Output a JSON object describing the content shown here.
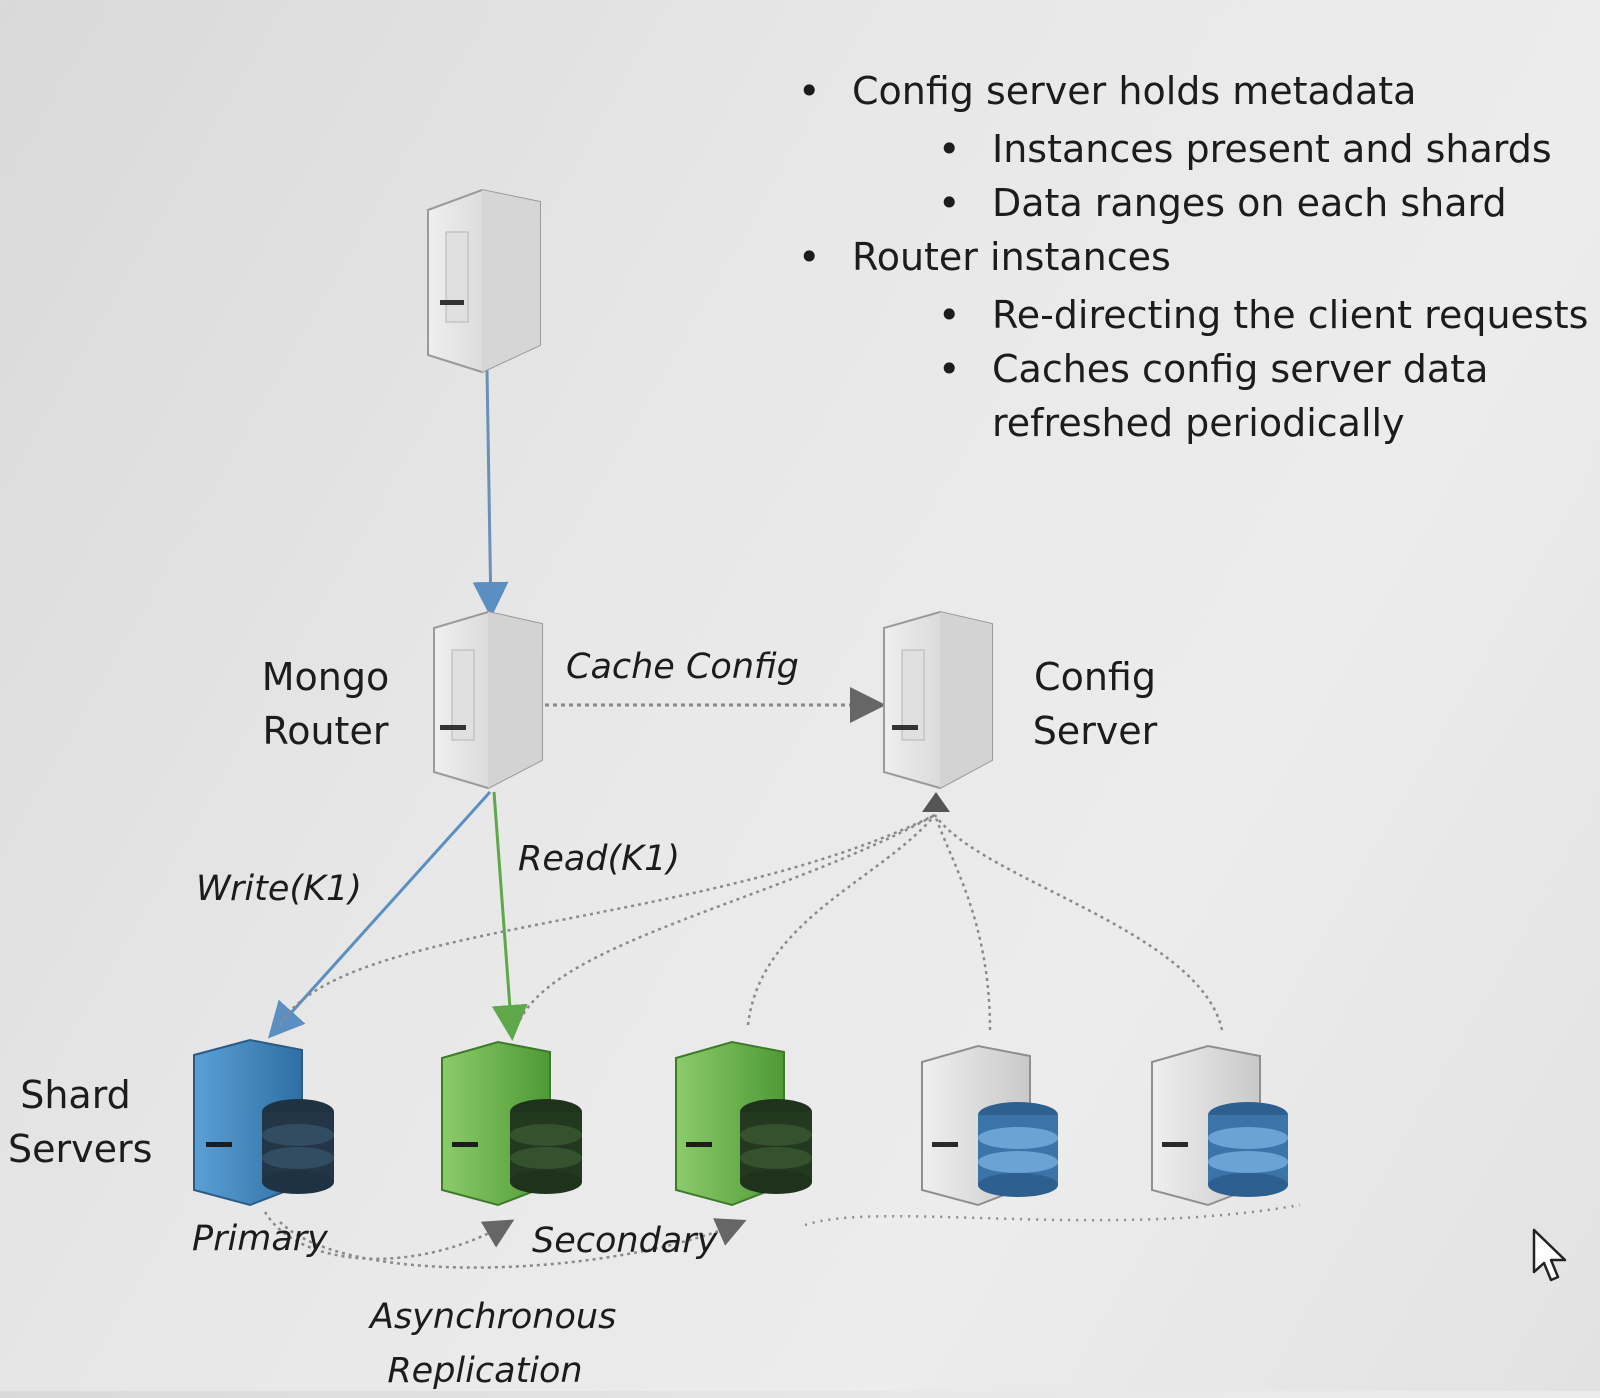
{
  "bullets": {
    "b1": "Config server holds metadata",
    "b1a": "Instances present and shards",
    "b1b": "Data ranges on each shard",
    "b2": "Router instances",
    "b2a": "Re-directing the client requests",
    "b2b_line1": "Caches config server data",
    "b2b_line2": "refreshed periodically"
  },
  "labels": {
    "mongo_router_1": "Mongo",
    "mongo_router_2": "Router",
    "config_server_1": "Config",
    "config_server_2": "Server",
    "cache_config": "Cache Config",
    "read": "Read(K1)",
    "write": "Write(K1)",
    "shard_servers_1": "Shard",
    "shard_servers_2": "Servers",
    "primary": "Primary",
    "secondary": "Secondary",
    "async_1": "Asynchronous",
    "async_2": "Replication"
  },
  "colors": {
    "primary_shard": "#3f86bd",
    "secondary_shard": "#6fb04e",
    "other_shard": "#b8b8b8",
    "write_arrow": "#5b8fc2",
    "read_arrow": "#5fa84a",
    "dotted": "#8a8a8a"
  }
}
